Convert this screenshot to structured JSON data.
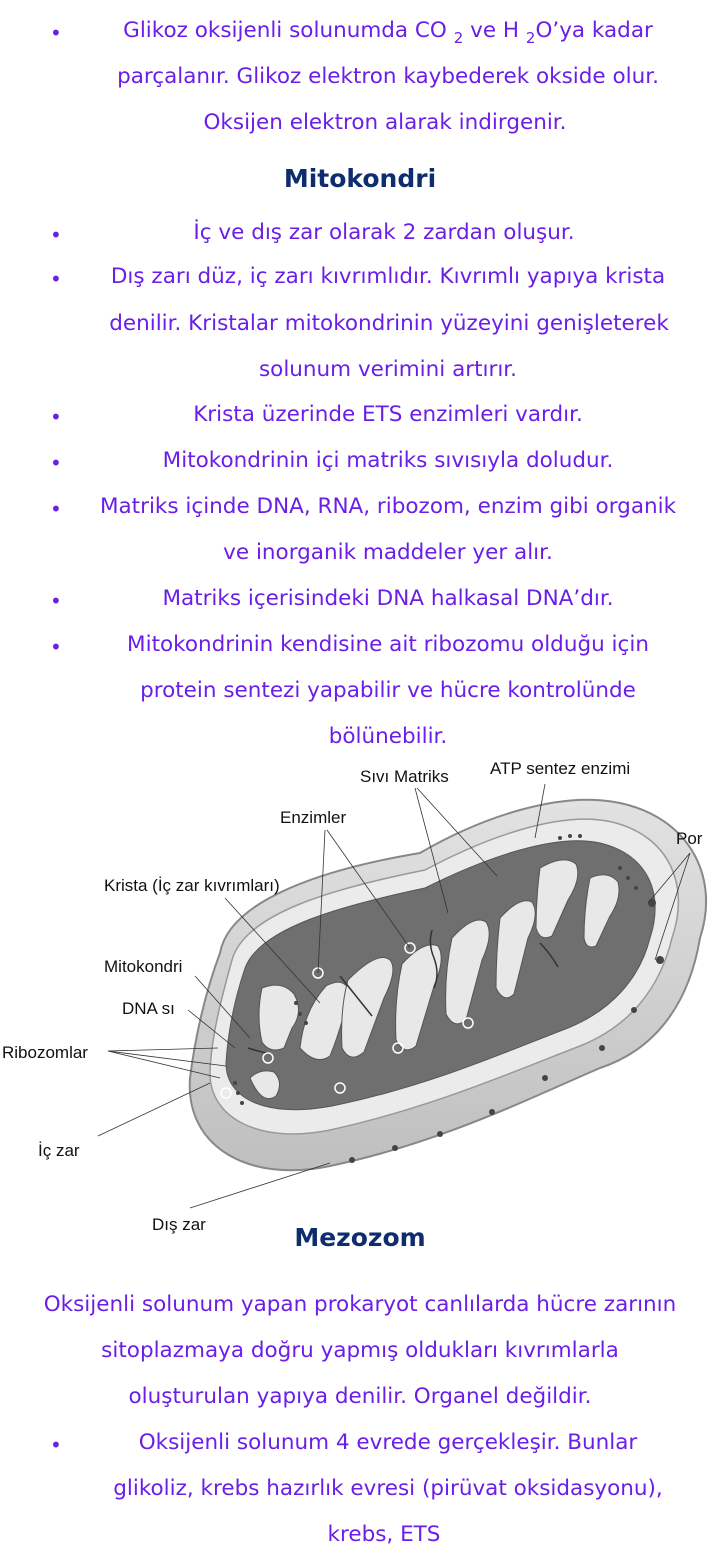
{
  "intro": {
    "line1_a": "Glikoz oksijenli solunumda CO",
    "line1_sub1": "2",
    "line1_b": "ve H",
    "line1_sub2": "2",
    "line1_c": "O’ya kadar",
    "line2": "parçalanır. Glikoz elektron kaybederek okside olur.",
    "line3": "Oksijen elektron alarak indirgenir."
  },
  "mitokondri": {
    "heading": "Mitokondri",
    "bullets": [
      [
        "İç ve dış zar olarak 2 zardan oluşur."
      ],
      [
        "Dış zarı düz, iç zarı kıvrımlıdır. Kıvrımlı yapıya krista",
        "denilir. Kristalar mitokondrinin yüzeyini genişleterek",
        "solunum verimini artırır."
      ],
      [
        "Krista üzerinde ETS enzimleri vardır."
      ],
      [
        "Mitokondrinin içi matriks sıvısıyla doludur."
      ],
      [
        "Matriks içinde DNA, RNA, ribozom, enzim gibi organik",
        "ve inorganik maddeler yer alır."
      ],
      [
        "Matriks içerisindeki DNA halkasal DNA’dır."
      ],
      [
        "Mitokondrinin kendisine ait ribozomu olduğu için",
        "protein sentezi yapabilir ve hücre kontrolünde",
        "bölünebilir."
      ]
    ]
  },
  "diagram": {
    "labels": {
      "sivi_matriks": "Sıvı Matriks",
      "atp": "ATP sentez enzimi",
      "por": "Por",
      "enzimler": "Enzimler",
      "krista": "Krista (İç zar kıvrımları)",
      "mitokondri": "Mitokondri",
      "dna": "DNA sı",
      "ribozomlar": "Ribozomlar",
      "ic_zar": "İç zar",
      "dis_zar": "Dış zar"
    }
  },
  "mezozom": {
    "heading": "Mezozom",
    "paragraph": [
      "Oksijenli solunum yapan prokaryot canlılarda hücre zarının",
      "sitoplazmaya doğru yapmış oldukları kıvrımlarla",
      "oluşturulan yapıya denilir. Organel değildir."
    ],
    "bullet": [
      "Oksijenli solunum 4 evrede gerçekleşir. Bunlar",
      "glikoliz, krebs hazırlık evresi (pirüvat oksidasyonu),",
      "krebs, ETS"
    ]
  },
  "bullet_char": "•"
}
